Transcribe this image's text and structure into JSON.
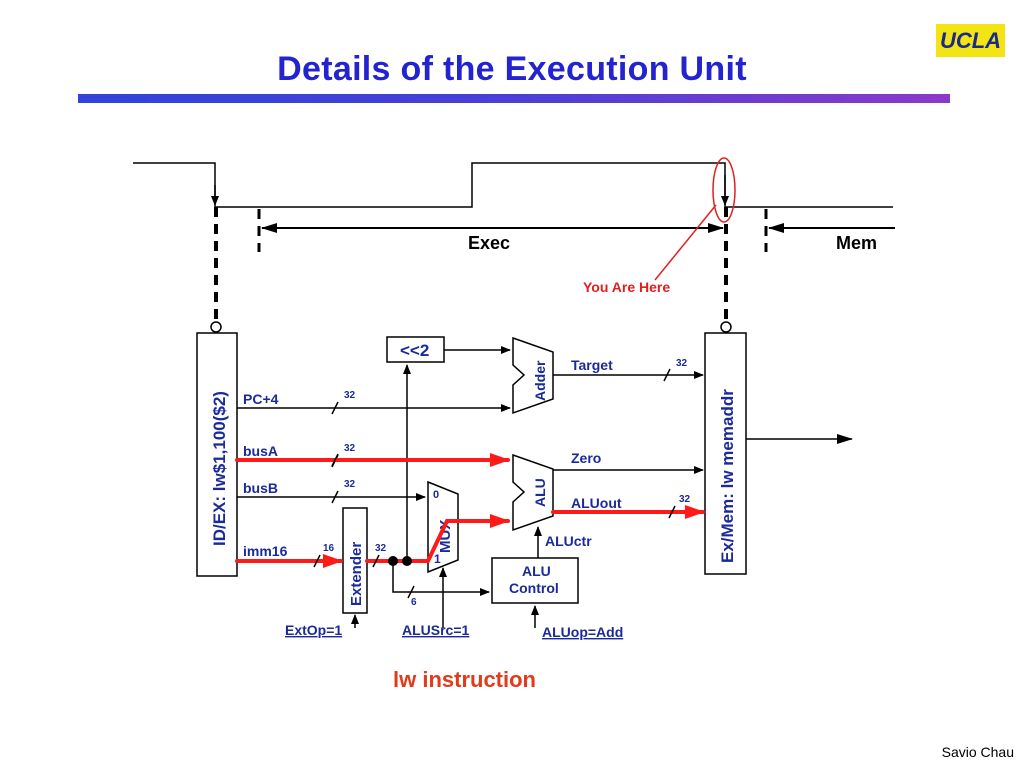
{
  "slide": {
    "title": "Details of the Execution Unit",
    "logo": "UCLA",
    "author": "Savio Chau",
    "caption": "lw instruction"
  },
  "timing": {
    "exec_label": "Exec",
    "mem_label": "Mem",
    "marker_label": "You Are Here"
  },
  "registers": {
    "idex": "ID/EX: lw$1,100($2)",
    "exmem": "Ex/Mem: lw memaddr"
  },
  "signals": {
    "pc4": "PC+4",
    "busa": "busA",
    "busb": "busB",
    "imm16": "imm16",
    "target": "Target",
    "zero": "Zero",
    "aluout": "ALUout",
    "aluctr": "ALUctr"
  },
  "widths": {
    "pc4": "32",
    "busa": "32",
    "busb": "32",
    "imm16": "16",
    "ext_out": "32",
    "target": "32",
    "aluout": "32",
    "funct": "6"
  },
  "blocks": {
    "shift": "<<2",
    "adder": "Adder",
    "alu": "ALU",
    "mux": "MUX",
    "mux_in0": "0",
    "mux_in1": "1",
    "extender": "Extender",
    "alu_control_line1": "ALU",
    "alu_control_line2": "Control"
  },
  "controls": {
    "extop": "ExtOp=1",
    "alusrc": "ALUSrc=1",
    "aluop": "ALUop=Add"
  },
  "colors": {
    "title": "#2323d0",
    "active_path": "#ff1a1a",
    "caption": "#e23a1a",
    "register_text": "#1a2a9a",
    "logo_bg": "#f3e414"
  }
}
